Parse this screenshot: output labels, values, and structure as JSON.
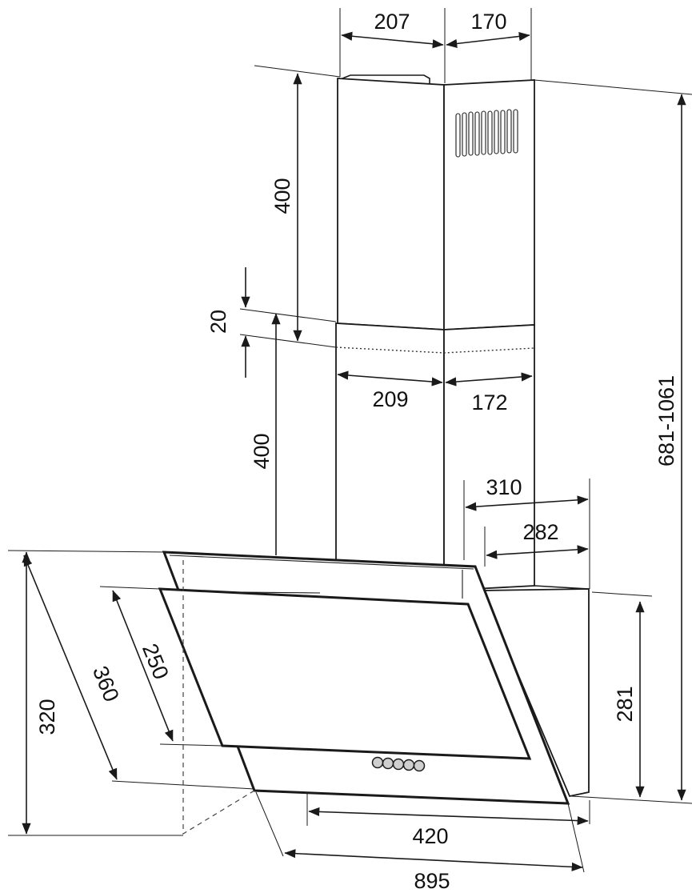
{
  "dimensions": {
    "duct_upper_front": "207",
    "duct_upper_side": "170",
    "duct_upper_height": "400",
    "overlap": "20",
    "duct_lower_front": "209",
    "duct_lower_side": "172",
    "duct_lower_height": "400",
    "total_height_range": "681-1061",
    "depth_top": "310",
    "depth_inner": "282",
    "body_height": "281",
    "glass_inner_slant": "250",
    "glass_outer_slant": "360",
    "front_height": "320",
    "bottom_width": "420",
    "overall_width": "895"
  },
  "controls": {
    "knob_count": 5
  }
}
